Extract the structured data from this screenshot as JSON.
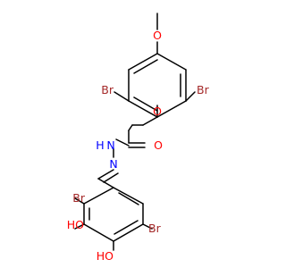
{
  "molecule": {
    "atoms": {
      "o_methoxy": {
        "text": "O"
      },
      "br_ring1_left": {
        "text": "Br"
      },
      "br_ring1_right": {
        "text": "Br"
      },
      "o_ether": {
        "text": "O"
      },
      "o_carbonyl": {
        "text": "O"
      },
      "n_amide": {
        "text": "N"
      },
      "h_amide": {
        "text": "H"
      },
      "n_imine": {
        "text": "N"
      },
      "br_ring2_top": {
        "text": "Br"
      },
      "br_ring2_right": {
        "text": "Br"
      },
      "oh_left": {
        "text": "HO"
      },
      "oh_bottom": {
        "text": "HO"
      }
    }
  },
  "colors": {
    "bond": "#000000",
    "oxygen": "#ff0000",
    "nitrogen": "#0000ff",
    "bromine": "#a52a2a"
  }
}
